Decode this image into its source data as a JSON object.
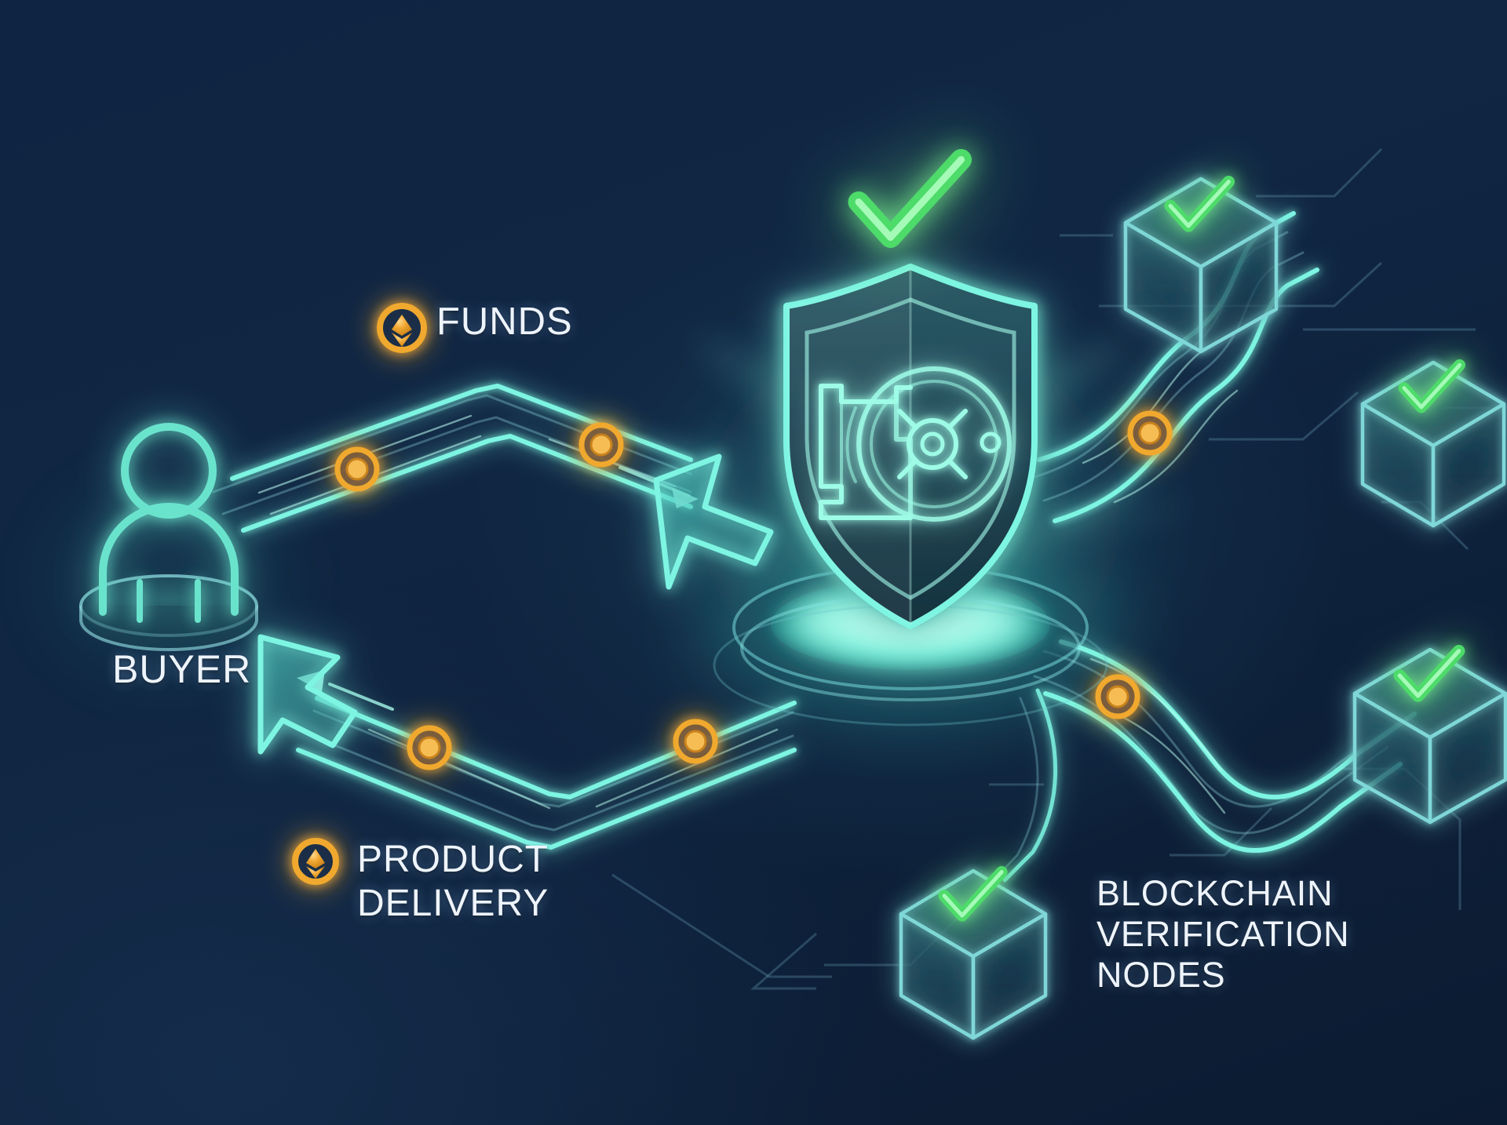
{
  "diagram": {
    "title": "Blockchain Escrow Transaction Flow",
    "background_color": "#0f2442",
    "accent_cyan": "#7df5e2",
    "accent_green": "#4ddb6b",
    "accent_orange": "#f0a92e",
    "text_color": "#eef4fb"
  },
  "labels": {
    "buyer": "BUYER",
    "funds": "FUNDS",
    "product_delivery_line1": "PRODUCT",
    "product_delivery_line2": "DELIVERY",
    "nodes_line1": "BLOCKCHAIN",
    "nodes_line2": "VERIFICATION",
    "nodes_line3": "NODES"
  },
  "icons": {
    "buyer": "person-avatar-icon",
    "escrow": "shield-vault-icon",
    "approval": "green-checkmark-icon",
    "funds_coin": "ethereum-coin-icon",
    "product_coin": "ethereum-coin-icon",
    "node": "isometric-cube-icon",
    "node_check": "green-checkmark-icon",
    "flow_marker": "orange-ring-node-icon",
    "arrow_to_escrow": "arrow-right-down-icon",
    "arrow_to_buyer": "arrow-left-up-icon"
  },
  "nodes": [
    {
      "id": "node-top-right",
      "label": "verified",
      "verified": true
    },
    {
      "id": "node-far-right",
      "label": "verified",
      "verified": true
    },
    {
      "id": "node-lower-right",
      "label": "verified",
      "verified": true
    },
    {
      "id": "node-bottom-center",
      "label": "verified",
      "verified": true
    }
  ],
  "flows": [
    {
      "id": "flow-funds",
      "from": "buyer",
      "to": "escrow",
      "label": "FUNDS",
      "markers": 2
    },
    {
      "id": "flow-product",
      "from": "escrow",
      "to": "buyer",
      "label": "PRODUCT DELIVERY",
      "markers": 2
    },
    {
      "id": "flow-verify-top",
      "from": "escrow",
      "to": "node-top-right",
      "markers": 1
    },
    {
      "id": "flow-verify-bottom",
      "from": "escrow",
      "to": "node-lower-right",
      "markers": 1
    }
  ]
}
